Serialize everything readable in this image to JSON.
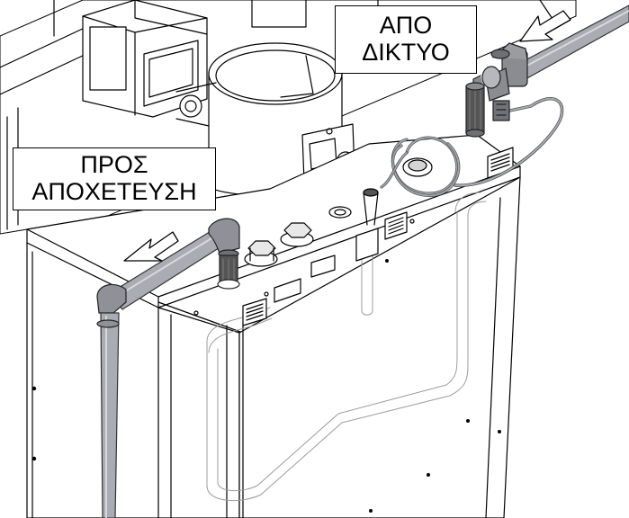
{
  "labels": {
    "supply": {
      "line1": "ΑΠΟ",
      "line2": "ΔΙΚΤΥΟ"
    },
    "drain": {
      "line1": "ΠΡΟΣ",
      "line2": "ΑΠΟΧΕΤΕΥΣΗ"
    }
  },
  "colors": {
    "outline": "#000000",
    "pipe": "#a9acb3",
    "pipe_dark": "#7d8087",
    "hose": "#8d9096",
    "valve": "#8a8c92",
    "background": "#ffffff"
  }
}
